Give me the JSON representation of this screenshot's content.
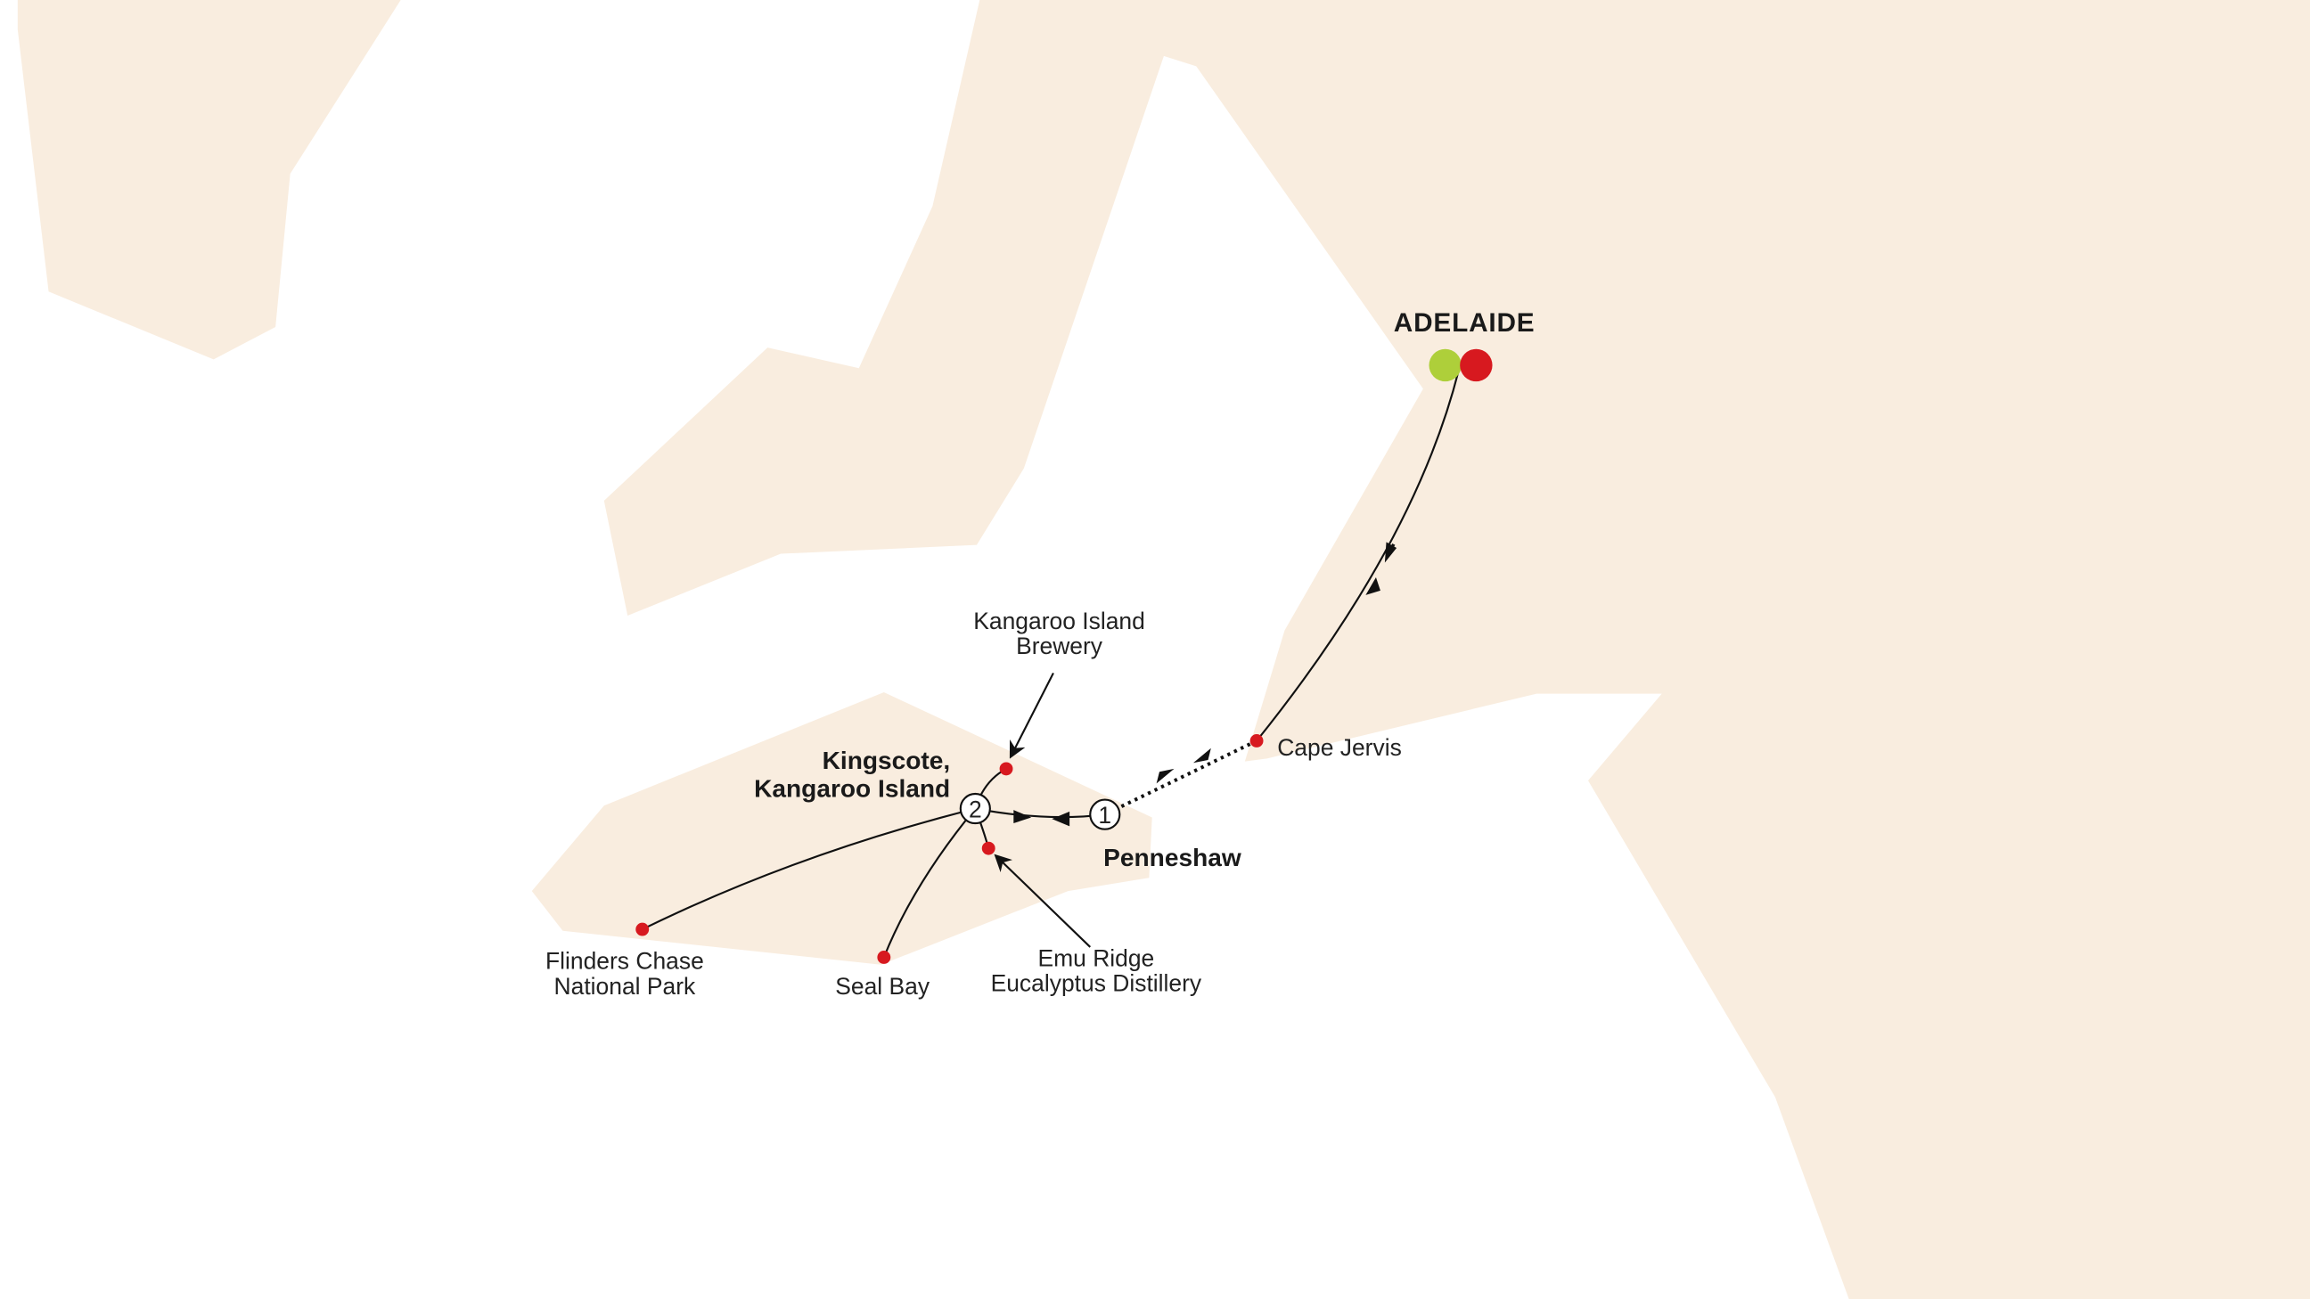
{
  "colors": {
    "land": "#f9eddf",
    "stop": "#d7191f",
    "start": "#aecf3a",
    "route": "#111111"
  },
  "places": {
    "adelaide": "ADELAIDE",
    "cape_jervis": "Cape Jervis",
    "penneshaw": "Penneshaw",
    "kingscote_1": "Kingscote,",
    "kingscote_2": "Kangaroo Island",
    "brewery_1": "Kangaroo Island",
    "brewery_2": "Brewery",
    "emu_1": "Emu Ridge",
    "emu_2": "Eucalyptus Distillery",
    "seal_bay": "Seal Bay",
    "flinders_1": "Flinders Chase",
    "flinders_2": "National Park"
  },
  "nodes": {
    "n1": "1",
    "n2": "2"
  }
}
